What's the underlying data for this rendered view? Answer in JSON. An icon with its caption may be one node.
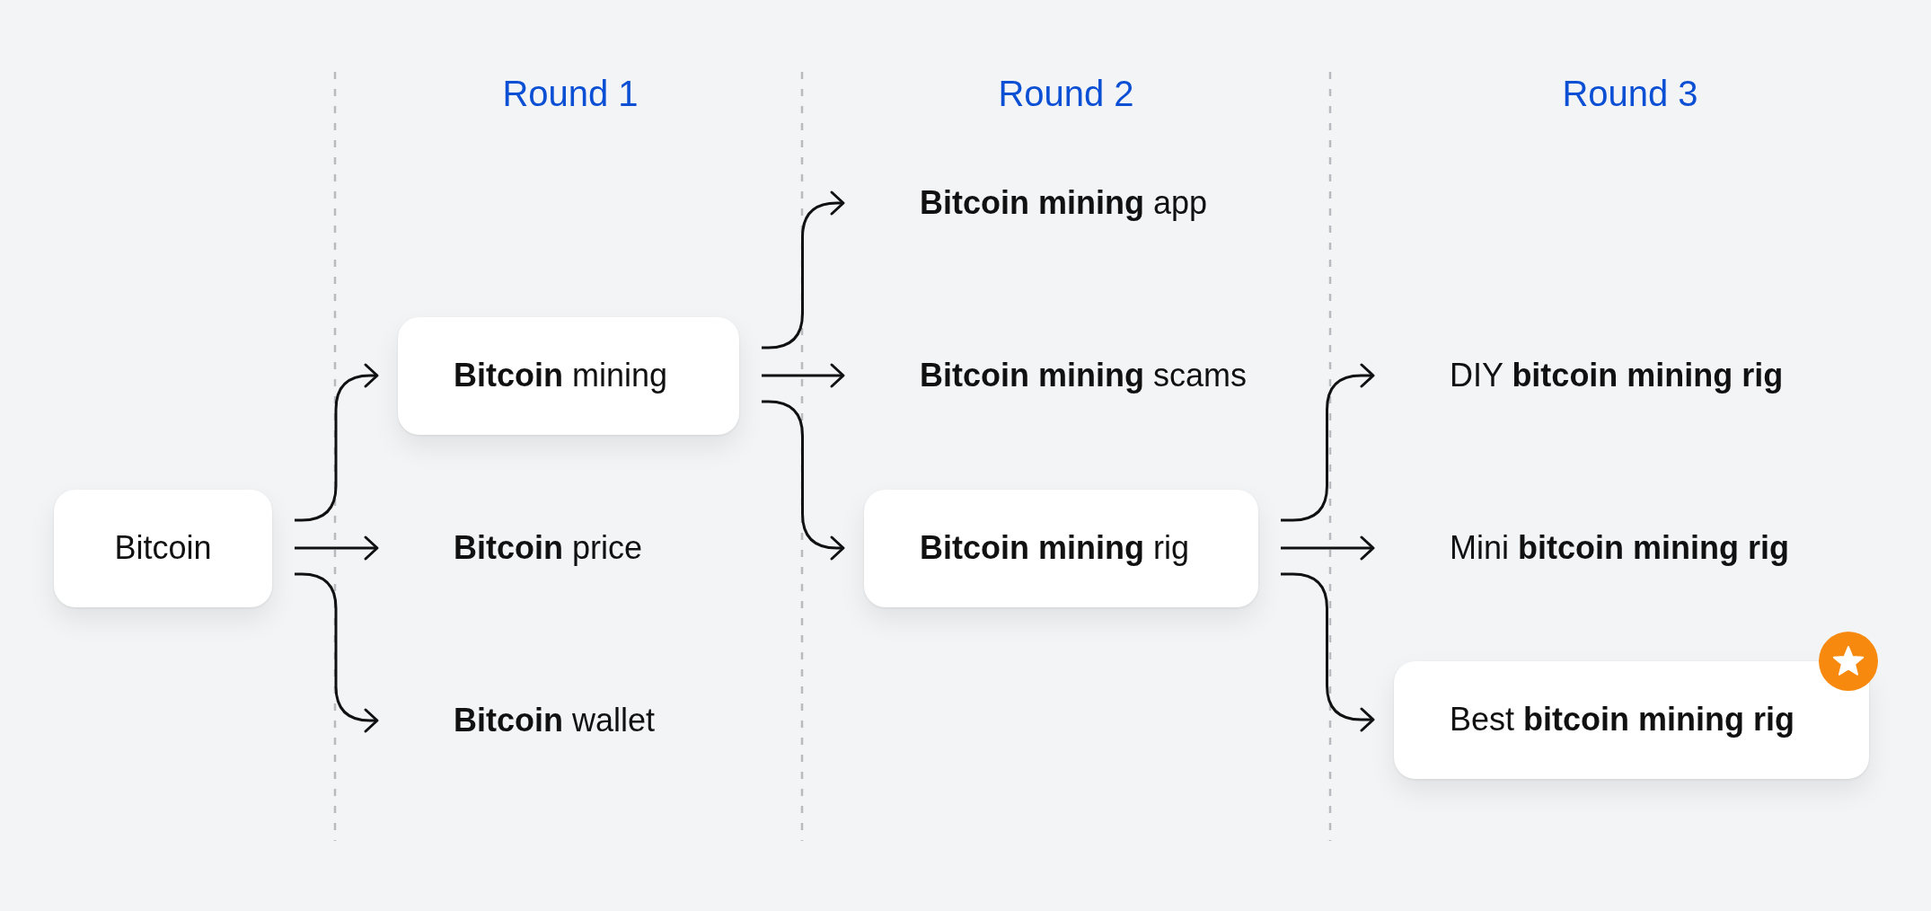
{
  "diagram": {
    "nodes": [
      {
        "text": [
          "Bitcoin"
        ]
      },
      {
        "text": [
          "**Bitcoin** mining"
        ]
      },
      {
        "text": [
          "**Bitcoin** price"
        ]
      },
      {
        "text": [
          "**Bitcoin** wallet"
        ]
      },
      {
        "text": [
          "**Bitcoin mining** app"
        ]
      },
      {
        "text": [
          "**Bitcoin mining** scams"
        ]
      },
      {
        "text": [
          "**Bitcoin mining** rig"
        ]
      },
      {
        "text": [
          "DIY **bitcoin mining rig**"
        ]
      },
      {
        "text": [
          "Mini **bitcoin mining rig**"
        ]
      },
      {
        "text": [
          "Best **bitcoin mining rig**"
        ]
      }
    ],
    "edges": [
      {
        "from": 0,
        "to": 1,
        "arrow": "to"
      },
      {
        "from": 0,
        "to": 2,
        "arrow": "to"
      },
      {
        "from": 0,
        "to": 3,
        "arrow": "to"
      },
      {
        "from": 1,
        "to": 4,
        "arrow": "to"
      },
      {
        "from": 1,
        "to": 5,
        "arrow": "to"
      },
      {
        "from": 1,
        "to": 6,
        "arrow": "to"
      },
      {
        "from": 6,
        "to": 7,
        "arrow": "to"
      },
      {
        "from": 6,
        "to": 8,
        "arrow": "to"
      },
      {
        "from": 6,
        "to": 9,
        "arrow": "to"
      }
    ],
    "labels": [
      "Round 1",
      "Round 2",
      "Round 3"
    ]
  }
}
